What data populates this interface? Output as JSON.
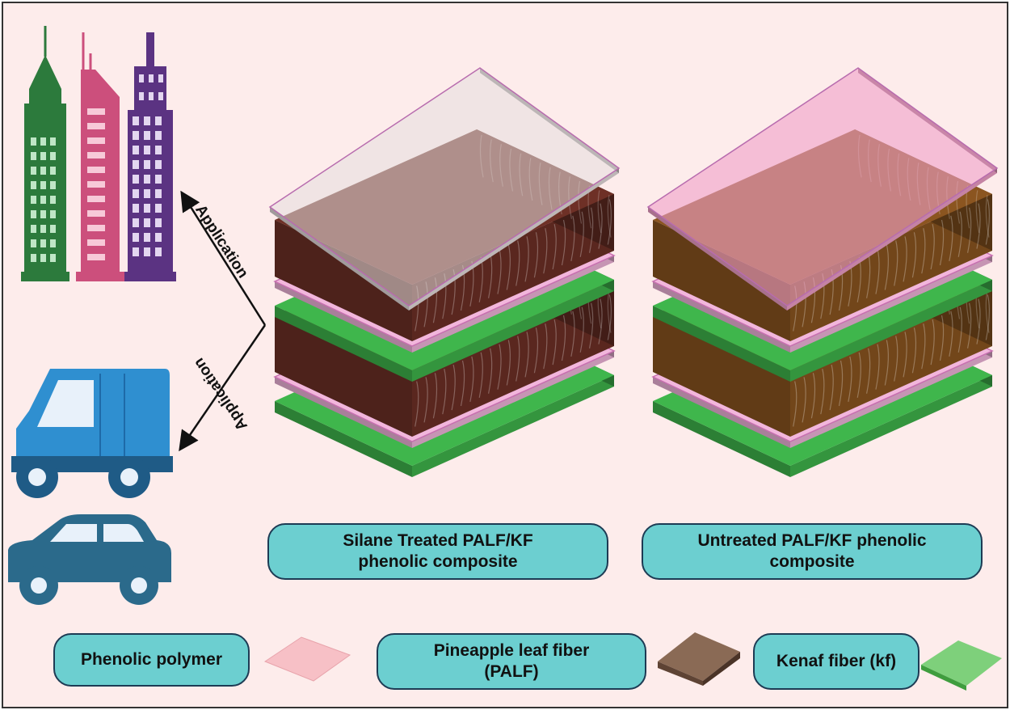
{
  "composites": {
    "treated": {
      "label": "Silane Treated PALF/KF\nphenolic composite"
    },
    "untreated": {
      "label": "Untreated PALF/KF phenolic\ncomposite"
    }
  },
  "arrows": {
    "upper": "Application",
    "lower": "Application"
  },
  "legend": {
    "phenolic": "Phenolic polymer",
    "palf": "Pineapple leaf fiber\n(PALF)",
    "kenaf": "Kenaf fiber (kf)"
  },
  "colors": {
    "background": "#fdeceb",
    "treated_fiber": "#6e3026",
    "untreated_fiber": "#8b5520",
    "kenaf": "#3fb64c",
    "phenolic": "#f2a6d6",
    "label_box": "#6ccfd0"
  },
  "icons": [
    "skyscrapers-icon",
    "delivery-van-icon",
    "car-icon"
  ]
}
